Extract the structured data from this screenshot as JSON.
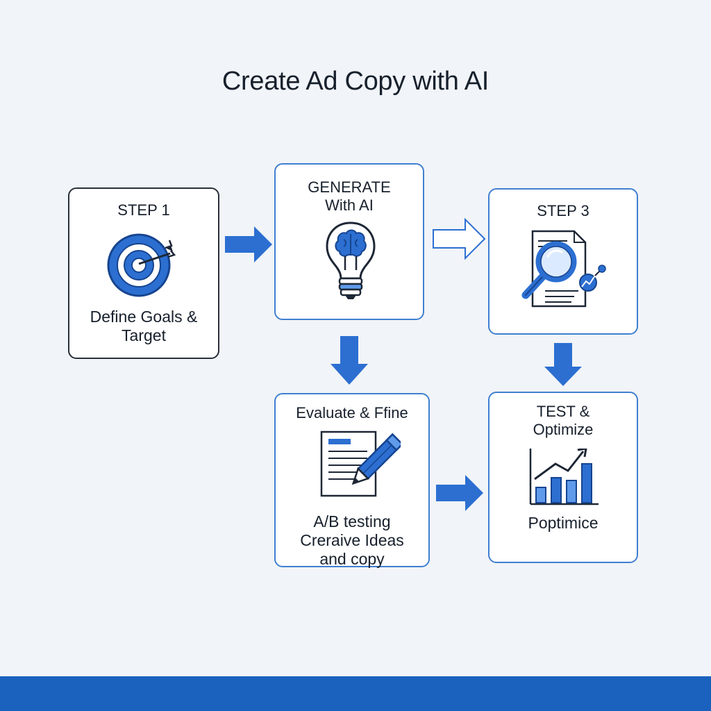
{
  "title": "Create Ad Copy with AI",
  "colors": {
    "accent": "#2c6fd1",
    "accent_dark": "#16448f",
    "accent_light": "#5f9bea",
    "frame_dark": "#28303a",
    "frame_blue": "#3f7fd0",
    "background": "#f1f4f8",
    "bottom_bar": "#1a62bd"
  },
  "steps": [
    {
      "label": "STEP 1",
      "caption_lines": [
        "Define Goals &",
        "Target"
      ],
      "icon": "target-icon"
    },
    {
      "label_lines": [
        "GENERATE",
        "With AI"
      ],
      "icon": "lightbulb-brain-icon"
    },
    {
      "label": "STEP 3",
      "icon": "document-magnifier-icon"
    },
    {
      "label": "Evaluate & Ffine",
      "caption_lines": [
        "A/B testing",
        "Creraive Ideas",
        "and copy"
      ],
      "icon": "document-pencil-icon"
    },
    {
      "label_lines": [
        "TEST &",
        "Optimize"
      ],
      "caption": "Poptimice",
      "icon": "bar-chart-icon"
    }
  ]
}
